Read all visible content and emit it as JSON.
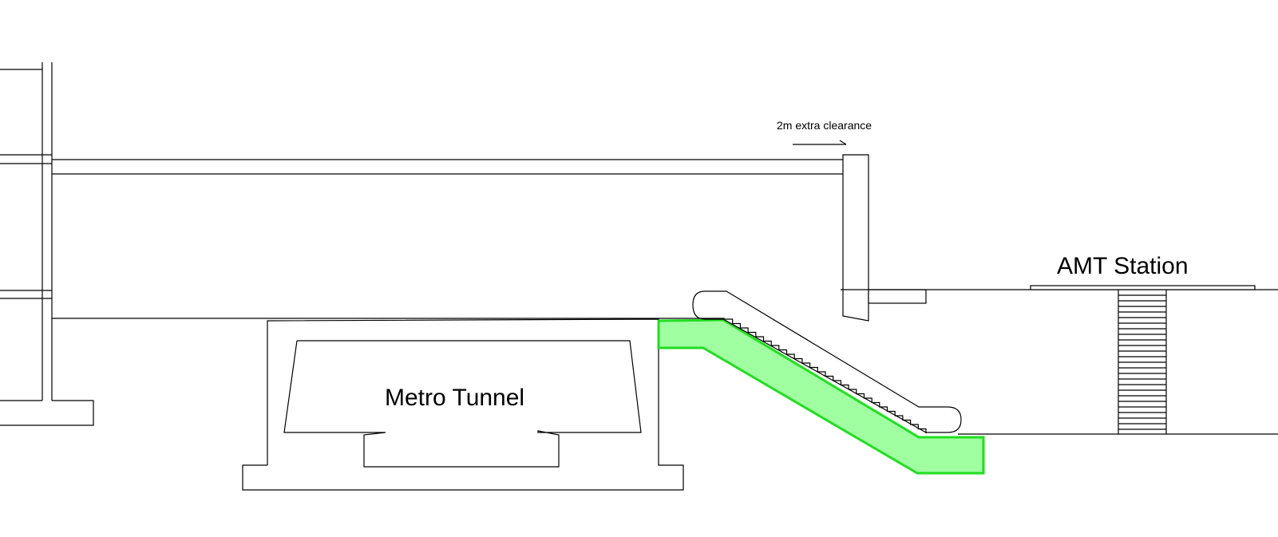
{
  "labels": {
    "clearance": "2m extra clearance",
    "amt_station": "AMT Station",
    "metro_tunnel": "Metro Tunnel"
  },
  "colors": {
    "line": "#000000",
    "highlight_fill": "#a0ffa0",
    "highlight_stroke": "#22dd22",
    "background": "#ffffff"
  }
}
